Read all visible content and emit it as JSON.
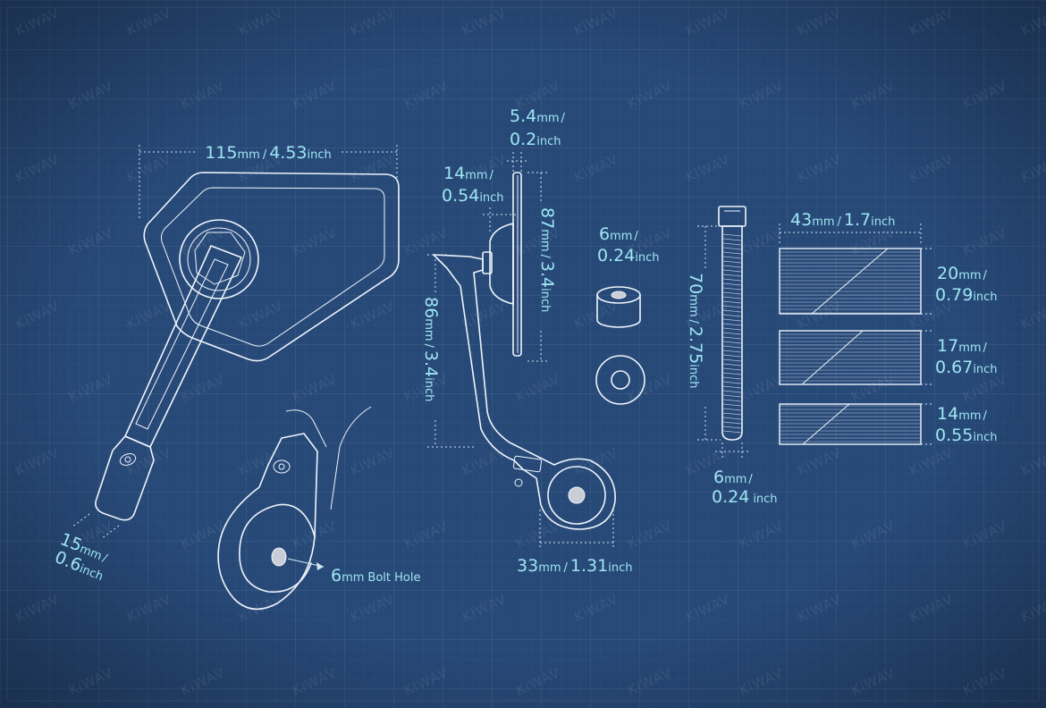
{
  "watermark": {
    "brand": "KiWAV"
  },
  "colors": {
    "background": "#274978",
    "grid": "#3a5e8f",
    "dimension_text": "#9ee6f2",
    "line_art": "#eef4fb"
  },
  "mirror": {
    "width_dim": {
      "mm": "115",
      "mm_unit": "mm",
      "sep": "/",
      "inch": "4.53",
      "inch_unit": "inch"
    },
    "arm_dim": {
      "mm": "15",
      "mm_unit": "mm",
      "sep": "/",
      "inch": "0.6",
      "inch_unit": "inch"
    },
    "bolt_hole": {
      "size": "6",
      "unit": "mm",
      "text": "Bolt Hole"
    }
  },
  "side_view": {
    "glass_thickness": {
      "mm": "5.4",
      "mm_unit": "mm",
      "sep": "/",
      "inch": "0.2",
      "inch_unit": "inch"
    },
    "head_depth": {
      "mm": "14",
      "mm_unit": "mm",
      "sep": "/",
      "inch": "0.54",
      "inch_unit": "inch"
    },
    "head_height": {
      "mm": "87",
      "mm_unit": "mm",
      "sep": "/",
      "inch": "3.4",
      "inch_unit": "inch"
    },
    "arm_height": {
      "mm": "86",
      "mm_unit": "mm",
      "sep": "/",
      "inch": "3.4",
      "inch_unit": "inch"
    },
    "clamp_width": {
      "mm": "33",
      "mm_unit": "mm",
      "sep": "/",
      "inch": "1.31",
      "inch_unit": "inch"
    }
  },
  "spacer": {
    "dim": {
      "mm": "6",
      "mm_unit": "mm",
      "sep": "/",
      "inch": "0.24",
      "inch_unit": "inch"
    }
  },
  "bolt": {
    "length": {
      "mm": "70",
      "mm_unit": "mm",
      "sep": "/",
      "inch": "2.75",
      "inch_unit": "inch"
    },
    "diameter": {
      "mm": "6",
      "mm_unit": "mm",
      "sep": "/",
      "inch": "0.24",
      "inch_unit": "inch"
    }
  },
  "inserts": {
    "width": {
      "mm": "43",
      "mm_unit": "mm",
      "sep": "/",
      "inch": "1.7",
      "inch_unit": "inch"
    },
    "items": [
      {
        "mm": "20",
        "mm_unit": "mm",
        "sep": "/",
        "inch": "0.79",
        "inch_unit": "inch"
      },
      {
        "mm": "17",
        "mm_unit": "mm",
        "sep": "/",
        "inch": "0.67",
        "inch_unit": "inch"
      },
      {
        "mm": "14",
        "mm_unit": "mm",
        "sep": "/",
        "inch": "0.55",
        "inch_unit": "inch"
      }
    ]
  }
}
